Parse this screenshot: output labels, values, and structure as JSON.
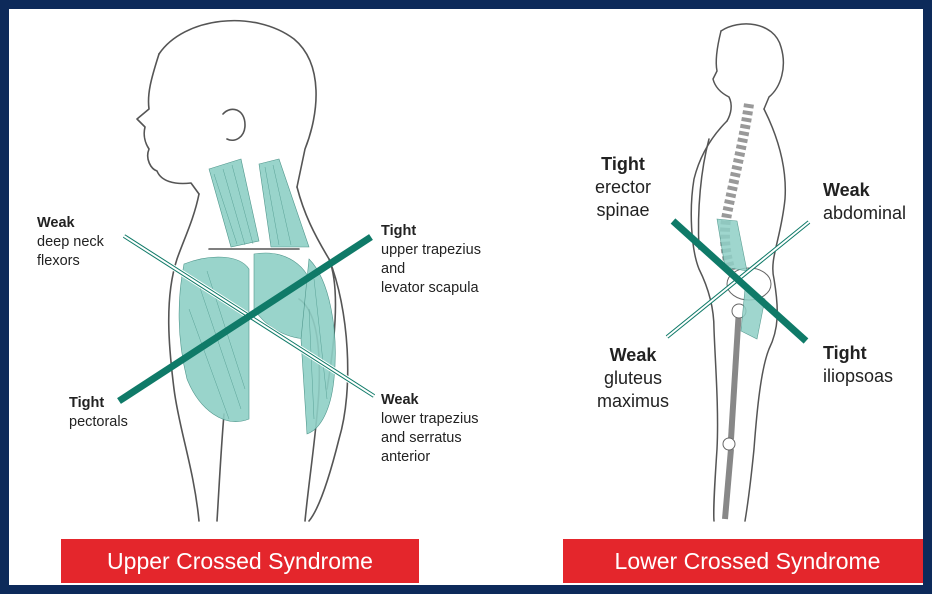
{
  "upper": {
    "weak_neck": {
      "title": "Weak",
      "lines": [
        "deep neck",
        "flexors"
      ]
    },
    "tight_trap": {
      "title": "Tight",
      "lines": [
        "upper trapezius",
        "and",
        "levator scapula"
      ]
    },
    "tight_pec": {
      "title": "Tight",
      "lines": [
        "pectorals"
      ]
    },
    "weak_lower": {
      "title": "Weak",
      "lines": [
        "lower trapezius",
        "and serratus",
        "anterior"
      ]
    },
    "banner": "Upper Crossed Syndrome"
  },
  "lower": {
    "tight_erector": {
      "title": "Tight",
      "lines": [
        "erector",
        "spinae"
      ]
    },
    "weak_abdominal": {
      "title": "Weak",
      "lines": [
        "abdominal"
      ]
    },
    "weak_gluteus": {
      "title": "Weak",
      "lines": [
        "gluteus",
        "maximus"
      ]
    },
    "tight_iliopsoas": {
      "title": "Tight",
      "lines": [
        "iliopsoas"
      ]
    },
    "banner": "Lower Crossed Syndrome"
  },
  "colors": {
    "frame": "#0d2a5a",
    "banner": "#e4262c",
    "muscle": "#8fd0c6",
    "tight_line": "#0f7a68",
    "outline": "#555555"
  }
}
